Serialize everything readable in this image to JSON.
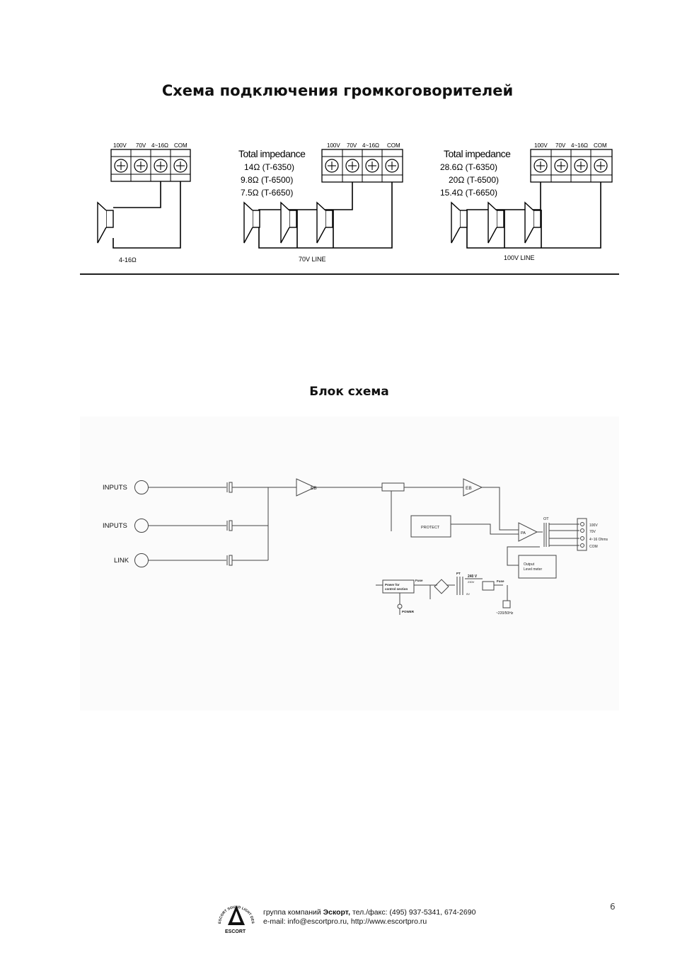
{
  "heading_connection": "Схема  подключения громкоговорителей",
  "heading_block": "Блок схема",
  "terminals": [
    "100V",
    "70V",
    "4~16Ω",
    "COM"
  ],
  "diagram1": {
    "label": "4-16Ω"
  },
  "diagram2": {
    "title": "Total impedance",
    "lines": [
      {
        "value": "14Ω",
        "model": "(T-6350)"
      },
      {
        "value": "9.8Ω",
        "model": "(T-6500)"
      },
      {
        "value": "7.5Ω",
        "model": "(T-6650)"
      }
    ],
    "label": "70V  LINE"
  },
  "diagram3": {
    "title": "Total impedance",
    "lines": [
      {
        "value": "28.6Ω",
        "model": "(T-6350)"
      },
      {
        "value": "20Ω",
        "model": "(T-6500)"
      },
      {
        "value": "15.4Ω",
        "model": "(T-6650)"
      }
    ],
    "label": "100V  LINE"
  },
  "block": {
    "inputs": [
      "INPUTS",
      "INPUTS",
      "LINK"
    ],
    "eb": "EB",
    "protect": "PROTECT",
    "pa": "PA",
    "ot": "OT",
    "outputs": [
      "100V",
      "70V",
      "4~16 Ohms",
      "COM"
    ],
    "level_meter": [
      "Output",
      "Level meter"
    ],
    "power_control": [
      "Power for",
      "control section"
    ],
    "fuse": "Fuse",
    "pt": "PT",
    "v240": "240 V",
    "v230": "230V",
    "ov": "0V",
    "power": "POWER",
    "mains": "~220/50Hz"
  },
  "footer": {
    "line1_pre": "группа компаний ",
    "line1_bold": "Эскорт,",
    "line1_post": " тел./факс: (495) 937-5341, 674-2690",
    "line2": "e-mail: info@escortpro.ru, http://www.escortpro.ru",
    "logo_text": "ESCORT",
    "logo_ring": "ESCORT SOUND LIGHT DESIGN"
  },
  "page_number": "6"
}
